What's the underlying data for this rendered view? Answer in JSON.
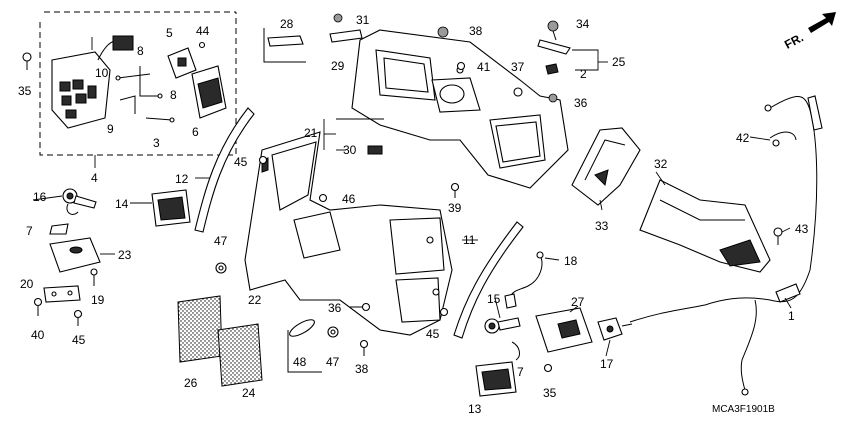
{
  "diagram": {
    "code": "MCA3F1901B",
    "direction_label": "FR.",
    "labels": {
      "p1": "1",
      "p2": "2",
      "p3": "3",
      "p4": "4",
      "p5": "5",
      "p6": "6",
      "p7a": "7",
      "p7b": "7",
      "p8a": "8",
      "p8b": "8",
      "p9": "9",
      "p10": "10",
      "p11": "11",
      "p12": "12",
      "p13": "13",
      "p14": "14",
      "p15": "15",
      "p16": "16",
      "p17": "17",
      "p18": "18",
      "p19": "19",
      "p20": "20",
      "p21": "21",
      "p22": "22",
      "p23": "23",
      "p24": "24",
      "p25": "25",
      "p26": "26",
      "p27": "27",
      "p28": "28",
      "p29": "29",
      "p30": "30",
      "p31": "31",
      "p32": "32",
      "p33": "33",
      "p34": "34",
      "p35a": "35",
      "p35b": "35",
      "p36a": "36",
      "p36b": "36",
      "p37": "37",
      "p38a": "38",
      "p38b": "38",
      "p39": "39",
      "p40": "40",
      "p41": "41",
      "p42": "42",
      "p43": "43",
      "p44": "44",
      "p45a": "45",
      "p45b": "45",
      "p45c": "45",
      "p46": "46",
      "p47a": "47",
      "p47b": "47",
      "p48": "48"
    }
  }
}
